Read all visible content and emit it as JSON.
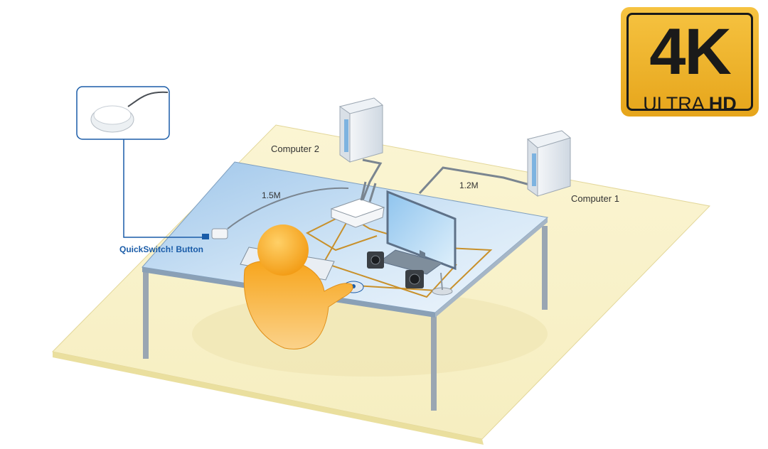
{
  "labels": {
    "computer_2": "Computer 2",
    "computer_1": "Computer 1",
    "cable_1": "1.5M",
    "cable_2": "1.2M",
    "quickswitch": "QuickSwitch! Button"
  },
  "badge": {
    "main": "4K",
    "sub_a": "ULTRA",
    "sub_b": "HD"
  },
  "colors": {
    "floor": "#f9f2c8",
    "desk": "#b9d6ef",
    "badge": "#f0b62e",
    "person": "#f7a51c",
    "cable_orange": "#c8902a",
    "label_blue": "#1a5ca8"
  }
}
